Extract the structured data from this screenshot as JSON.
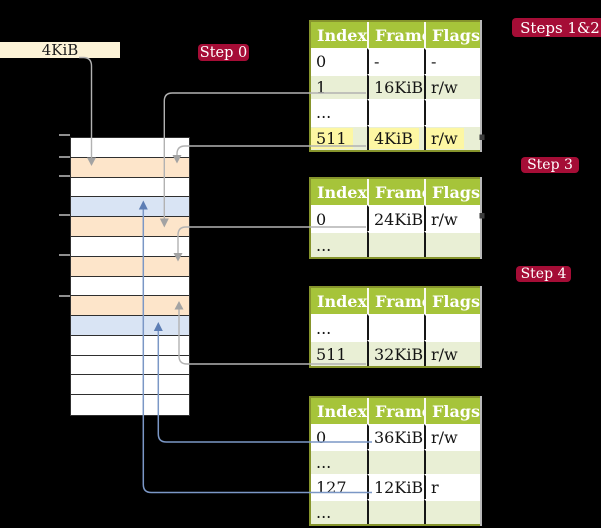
{
  "colors": {
    "background": "#000000",
    "badge_red": "#a50d36",
    "frame_box_cream": "#fcf3d7",
    "table_header_green": "#a6c43a",
    "table_row_green": "#e9efd5",
    "table_border_olive": "#86942c",
    "table_shadow": "#b9b9b9",
    "highlight_yellow": "#fdf7a3",
    "memory_peach": "#fde5ca",
    "memory_blue": "#d9e4f4",
    "memory_border": "#2f2f2f",
    "tick_gray": "#8f8f8f",
    "arrow_gray": "#b2b2b2",
    "arrow_gray_head": "#a3a3a3",
    "arrow_blue": "#7b97c6",
    "arrow_blue_head": "#5d7eb5",
    "stub_dark": "#3c3c3c"
  },
  "frame_box": {
    "label": "4KiB"
  },
  "badges": {
    "step0": "Step 0",
    "steps12": "Steps 1&2",
    "step3": "Step 3",
    "step4": "Step 4"
  },
  "memory_column": {
    "rows": [
      "white",
      "peach",
      "white",
      "blue",
      "peach",
      "white",
      "peach",
      "white",
      "peach",
      "blue",
      "white",
      "white",
      "white",
      "white"
    ]
  },
  "tables": [
    {
      "name": "table-steps-1-2",
      "headers": [
        "Index",
        "Frame",
        "Flags"
      ],
      "rows": [
        {
          "cells": [
            "0",
            "-",
            "-"
          ]
        },
        {
          "cells": [
            "1",
            "16KiB",
            "r/w"
          ]
        },
        {
          "cells": [
            "...",
            "",
            ""
          ]
        },
        {
          "cells": [
            "511",
            "4KiB",
            "r/w"
          ],
          "highlight": true
        }
      ]
    },
    {
      "name": "table-step-3",
      "headers": [
        "Index",
        "Frame",
        "Flags"
      ],
      "rows": [
        {
          "cells": [
            "0",
            "24KiB",
            "r/w"
          ]
        },
        {
          "cells": [
            "...",
            "",
            ""
          ]
        }
      ]
    },
    {
      "name": "table-step-4",
      "headers": [
        "Index",
        "Frame",
        "Flags"
      ],
      "rows": [
        {
          "cells": [
            "...",
            "",
            ""
          ]
        },
        {
          "cells": [
            "511",
            "32KiB",
            "r/w"
          ]
        }
      ]
    },
    {
      "name": "table-final",
      "headers": [
        "Index",
        "Frame",
        "Flags"
      ],
      "rows": [
        {
          "cells": [
            "0",
            "36KiB",
            "r/w"
          ]
        },
        {
          "cells": [
            "...",
            "",
            ""
          ]
        },
        {
          "cells": [
            "127",
            "12KiB",
            "r"
          ]
        },
        {
          "cells": [
            "...",
            "",
            ""
          ]
        }
      ]
    }
  ]
}
